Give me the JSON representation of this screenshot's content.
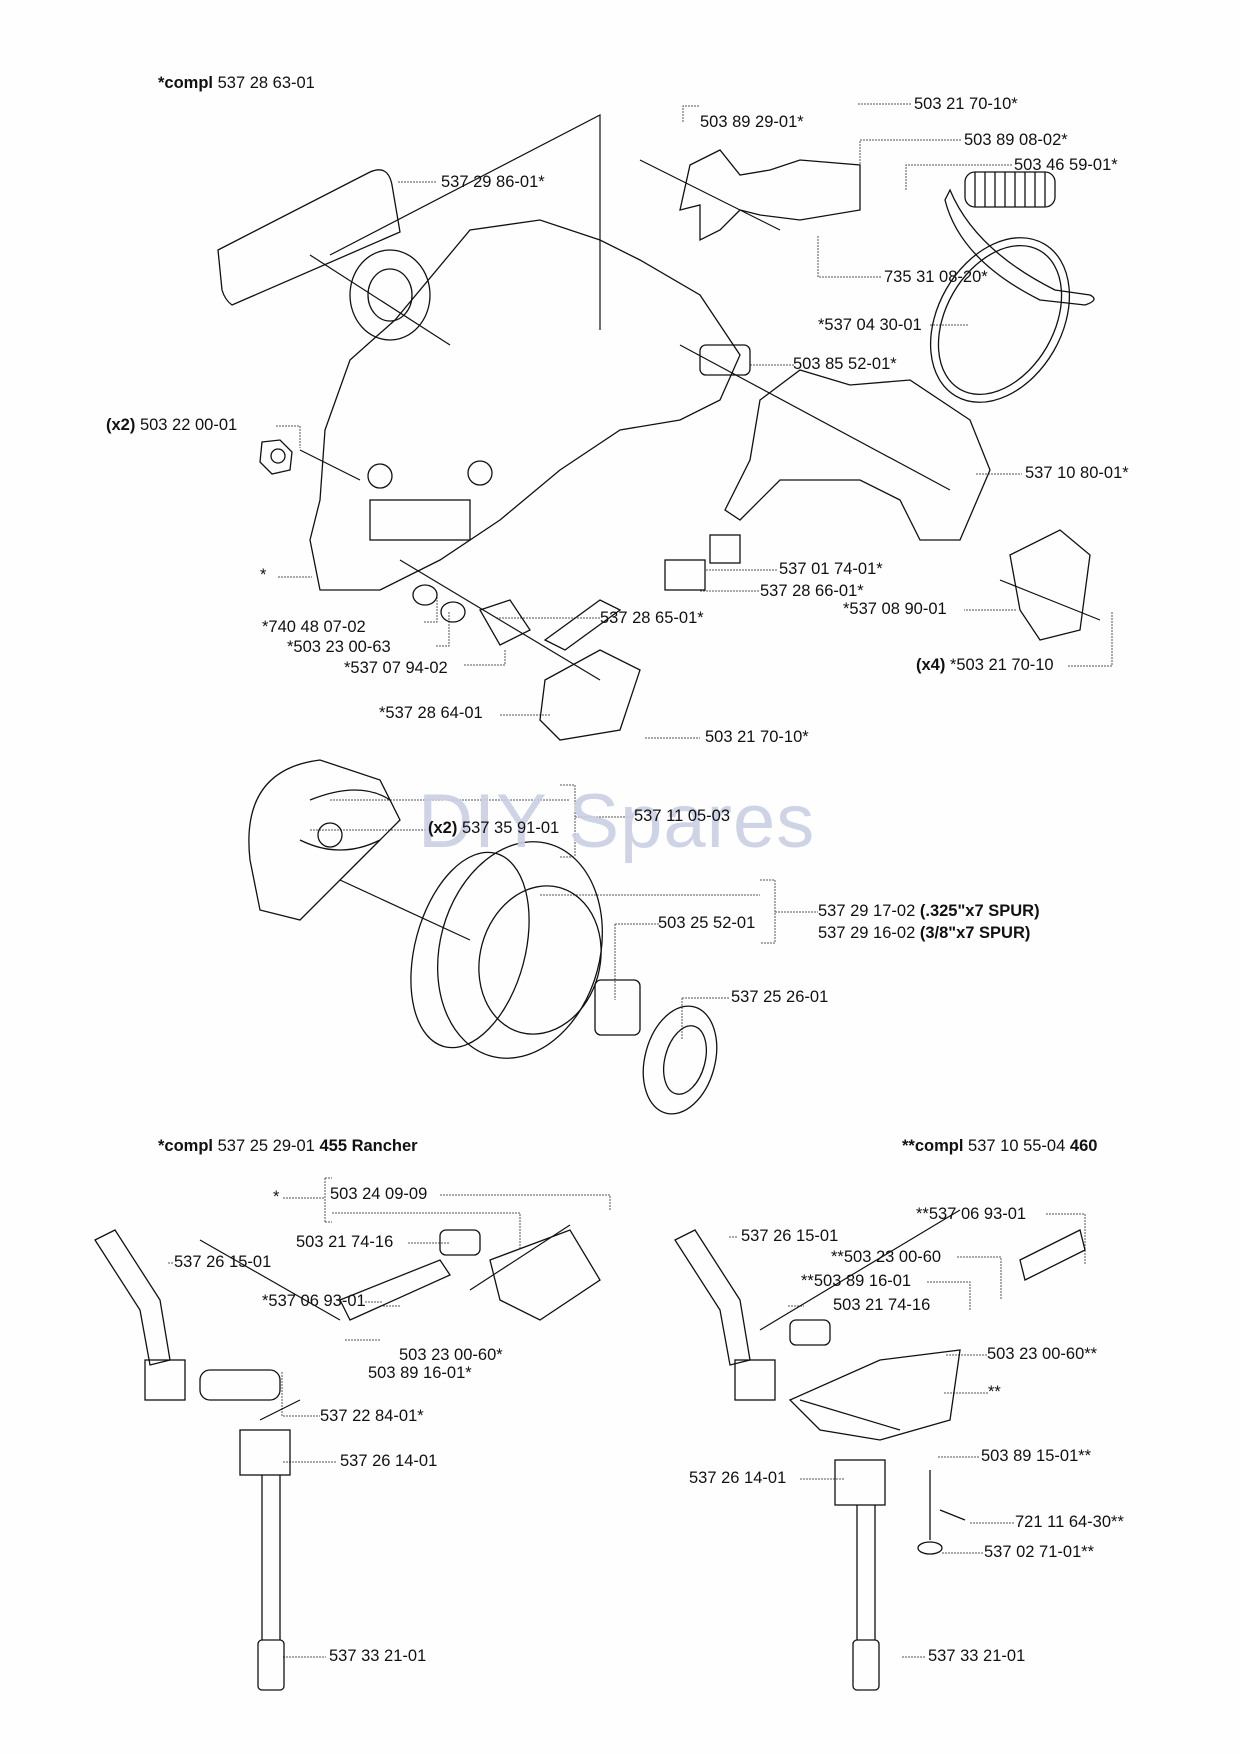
{
  "watermark": "DIY Spares",
  "sections": {
    "clutch_cover": {
      "header": {
        "prefix": "*compl",
        "part": "537 28 63-01"
      },
      "labels": [
        {
          "id": "p1",
          "text": "537 29 86-01*"
        },
        {
          "id": "p2",
          "text": "503 89 29-01*"
        },
        {
          "id": "p3",
          "text": "503 21 70-10*"
        },
        {
          "id": "p4",
          "text": "503 89 08-02*"
        },
        {
          "id": "p5",
          "text": "503 46 59-01*"
        },
        {
          "id": "p6",
          "text": "735 31 08-20*"
        },
        {
          "id": "p7",
          "text": "*537 04 30-01"
        },
        {
          "id": "p8",
          "text": "503 85 52-01*"
        },
        {
          "id": "p9",
          "qty": "(x2)",
          "text": "503 22 00-01"
        },
        {
          "id": "p10",
          "text": "537 10 80-01*"
        },
        {
          "id": "p11",
          "text": "*"
        },
        {
          "id": "p12",
          "text": "537 01 74-01*"
        },
        {
          "id": "p13",
          "text": "537 28 66-01*"
        },
        {
          "id": "p14",
          "text": "*537 08 90-01"
        },
        {
          "id": "p15",
          "text": "*740 48 07-02"
        },
        {
          "id": "p16",
          "text": "*503 23 00-63"
        },
        {
          "id": "p17",
          "text": "537 28 65-01*"
        },
        {
          "id": "p18",
          "text": "*537 07 94-02"
        },
        {
          "id": "p19",
          "qty": "(x4)",
          "text": "*503 21 70-10"
        },
        {
          "id": "p20",
          "text": "*537 28 64-01"
        },
        {
          "id": "p21",
          "text": "503 21 70-10*"
        }
      ]
    },
    "clutch": {
      "labels": [
        {
          "id": "c1",
          "text": "537 11 05-03"
        },
        {
          "id": "c2",
          "qty": "(x2)",
          "text": "537 35 91-01"
        },
        {
          "id": "c3",
          "text": "537 29 17-02",
          "note": "(.325\"x7 SPUR)"
        },
        {
          "id": "c4",
          "text": "537 29 16-02",
          "note": "(3/8\"x7 SPUR)"
        },
        {
          "id": "c5",
          "text": "503 25 52-01"
        },
        {
          "id": "c6",
          "text": "537 25 26-01"
        }
      ]
    },
    "brake_455": {
      "header": {
        "prefix": "*compl",
        "part": "537 25 29-01",
        "model": "455 Rancher"
      },
      "labels": [
        {
          "id": "a1",
          "text": "*"
        },
        {
          "id": "a2",
          "text": "503 24 09-09"
        },
        {
          "id": "a3",
          "text": "503 21 74-16"
        },
        {
          "id": "a4",
          "text": "537 26 15-01"
        },
        {
          "id": "a5",
          "text": "*537 06 93-01"
        },
        {
          "id": "a6",
          "text": "503 23 00-60*"
        },
        {
          "id": "a7",
          "text": "503 89 16-01*"
        },
        {
          "id": "a8",
          "text": "537 22 84-01*"
        },
        {
          "id": "a9",
          "text": "537 26 14-01"
        },
        {
          "id": "a10",
          "text": "537 33 21-01"
        }
      ]
    },
    "brake_460": {
      "header": {
        "prefix": "**compl",
        "part": "537 10 55-04",
        "model": "460"
      },
      "labels": [
        {
          "id": "b1",
          "text": "**537 06 93-01"
        },
        {
          "id": "b2",
          "text": "537 26 15-01"
        },
        {
          "id": "b3",
          "text": "**503 23 00-60"
        },
        {
          "id": "b4",
          "text": "**503 89 16-01"
        },
        {
          "id": "b5",
          "text": "503 21 74-16"
        },
        {
          "id": "b6",
          "text": "503 23 00-60**"
        },
        {
          "id": "b7",
          "text": "**"
        },
        {
          "id": "b8",
          "text": "503 89 15-01**"
        },
        {
          "id": "b9",
          "text": "537 26 14-01"
        },
        {
          "id": "b10",
          "text": "721 11 64-30**"
        },
        {
          "id": "b11",
          "text": "537 02 71-01**"
        },
        {
          "id": "b12",
          "text": "537 33 21-01"
        }
      ]
    }
  }
}
